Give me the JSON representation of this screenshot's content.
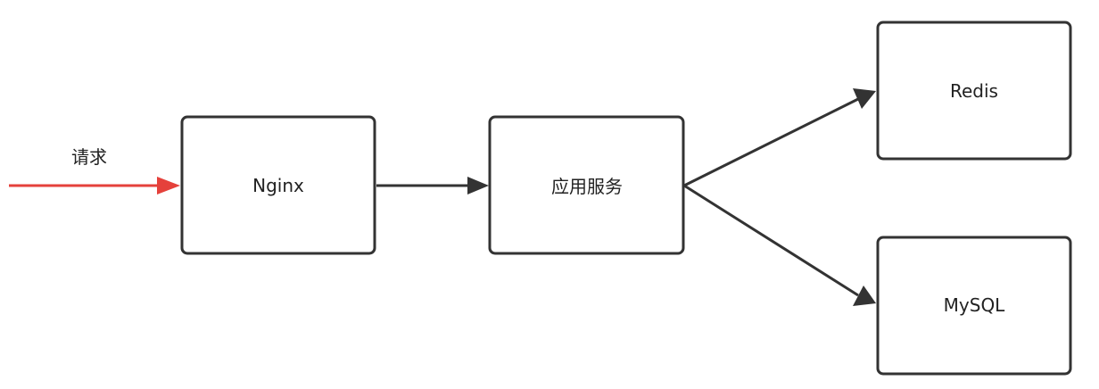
{
  "diagram": {
    "request_label": "请求",
    "nodes": {
      "nginx": "Nginx",
      "app": "应用服务",
      "redis": "Redis",
      "mysql": "MySQL"
    },
    "colors": {
      "request_arrow": "#e5413b",
      "arrow": "#333333",
      "box_border": "#333333",
      "box_fill": "#ffffff",
      "text": "#222222"
    }
  }
}
